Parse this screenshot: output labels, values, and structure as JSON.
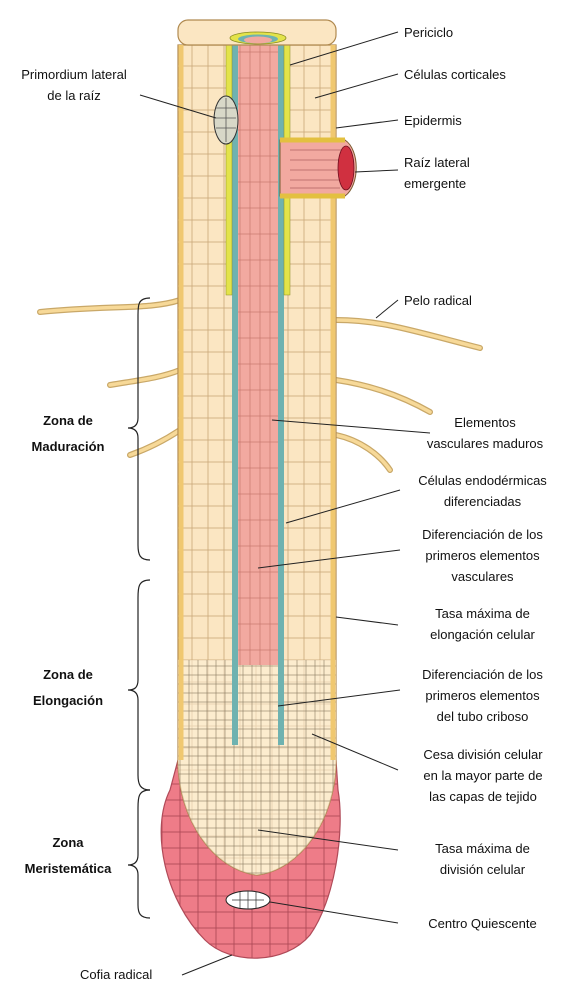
{
  "labels": {
    "primordium": [
      "Primordium lateral",
      "de la raíz"
    ],
    "periciclo": "Periciclo",
    "corticales": "Células corticales",
    "epidermis": "Epidermis",
    "raiz_lateral": [
      "Raíz lateral",
      "emergente"
    ],
    "pelo": "Pelo radical",
    "vasculares_maduros": [
      "Elementos",
      "vasculares maduros"
    ],
    "endodermicas": [
      "Células endodérmicas",
      "diferenciadas"
    ],
    "dif_vasculares": [
      "Diferenciación de los",
      "primeros elementos",
      "vasculares"
    ],
    "tasa_elongacion": [
      "Tasa máxima de",
      "elongación celular"
    ],
    "dif_criboso": [
      "Diferenciación de los",
      "primeros elementos",
      "del tubo criboso"
    ],
    "cesa_division": [
      "Cesa división celular",
      "en la mayor parte de",
      "las capas de tejido"
    ],
    "tasa_division": [
      "Tasa máxima de",
      "división celular"
    ],
    "quiescente": "Centro Quiescente",
    "cofia": "Cofia radical"
  },
  "zones": {
    "maduracion": [
      "Zona de",
      "Maduración"
    ],
    "elongacion": [
      "Zona de",
      "Elongación"
    ],
    "meristematica": [
      "Zona",
      "Meristemática"
    ]
  },
  "colors": {
    "cortex": "#fbe6c2",
    "cortex_line": "#c9a878",
    "epidermis": "#f7d998",
    "stele": "#f2a9a0",
    "endodermis": "#6fb2b0",
    "pericycle": "#e3e34a",
    "cap": "#ee7c88",
    "cap_line": "#b04a58",
    "quiescent": "#ffffff"
  }
}
